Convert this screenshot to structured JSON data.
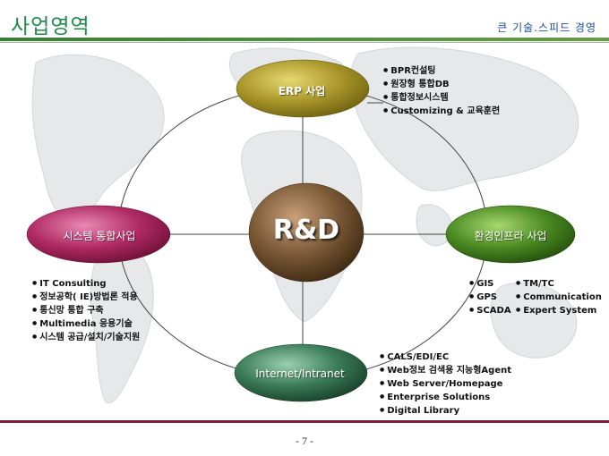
{
  "header": {
    "title": "사업영역",
    "subtitle": "큰 기술.스피드 경영"
  },
  "nodes": {
    "center": {
      "label": "R&D"
    },
    "erp": {
      "label": "ERP 사업",
      "items": [
        "BPR컨설팅",
        "원장형 통합DB",
        "통합정보시스템",
        "Customizing & 교육훈련"
      ]
    },
    "system": {
      "label": "시스템 통합사업",
      "items": [
        "IT Consulting",
        "정보공학( IE)방법론 적용",
        "통신망 통합 구축",
        "Multimedia 응용기술",
        "시스템 공급/설치/기술지원"
      ]
    },
    "environment": {
      "label": "환경인프라 사업",
      "items_left": [
        "GIS",
        "GPS",
        "SCADA"
      ],
      "items_right": [
        "TM/TC",
        "Communication",
        "Expert System"
      ]
    },
    "internet": {
      "label": "Internet/Intranet",
      "items": [
        "CALS/EDI/EC",
        "Web정보 검색용 지능형Agent",
        "Web Server/Homepage",
        "Enterprise Solutions",
        "Digital Library"
      ]
    }
  },
  "footer": {
    "page": "- 7 -"
  },
  "colors": {
    "title_green": "#1f8a4c",
    "subtitle_blue": "#1c4fa0",
    "erp_olive": "#9a8a1e",
    "system_pink": "#a8205a",
    "environment_green": "#3f7a1a",
    "internet_teal": "#2f6f4a",
    "center_brown": "#6b4a2a",
    "footer_rule": "#7a1e3a"
  }
}
